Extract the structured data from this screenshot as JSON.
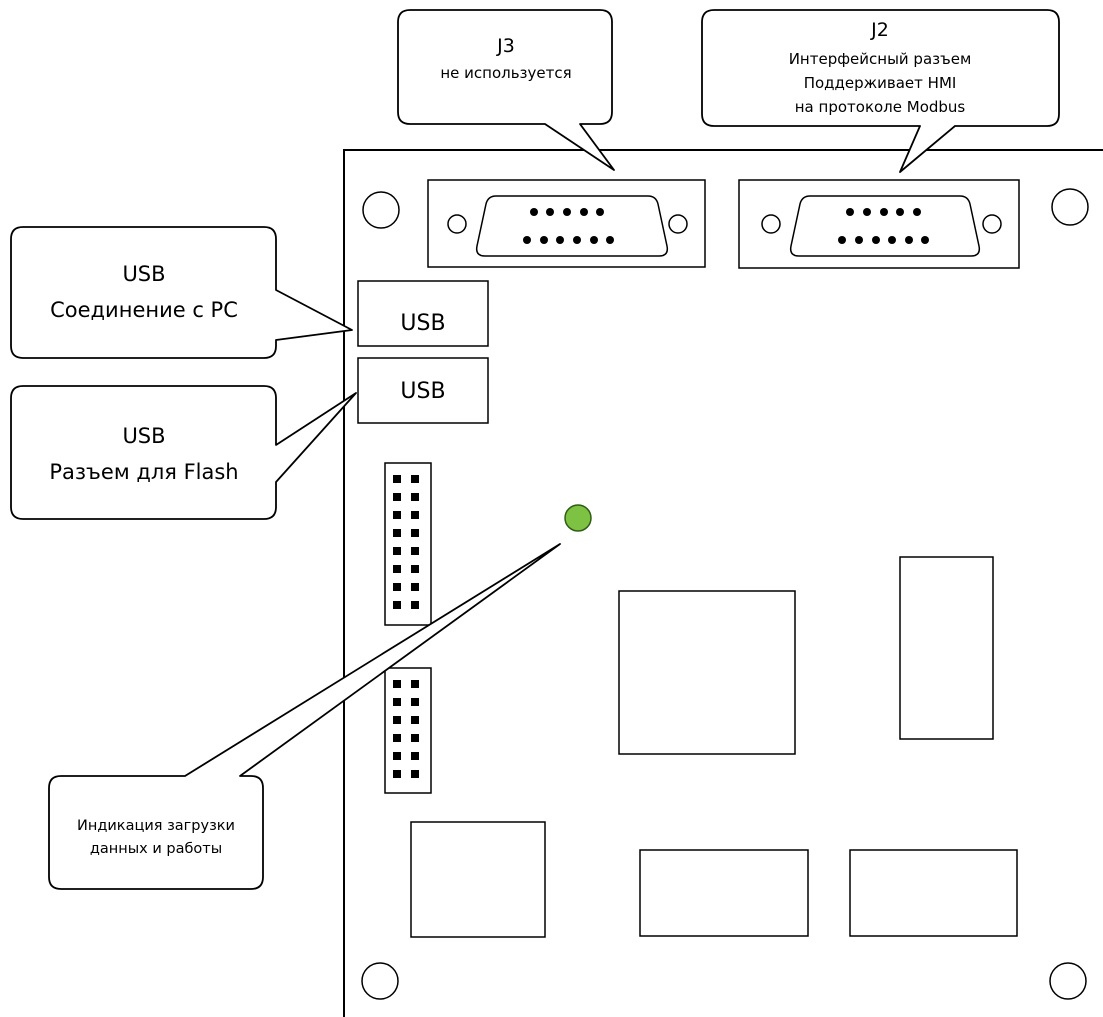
{
  "callouts": {
    "j3": {
      "title": "J3",
      "line1": "не используется"
    },
    "j2": {
      "title": "J2",
      "line1": "Интерфейсный разъем",
      "line2": "Поддерживает HMI",
      "line3": "на протоколе Modbus"
    },
    "usb_pc": {
      "title": "USB",
      "line1": "Соединение с PC"
    },
    "usb_flash": {
      "title": "USB",
      "line1": "Разъем для Flash"
    },
    "led": {
      "line1": "Индикация загрузки",
      "line2": "данных и работы"
    }
  },
  "ports": {
    "usb_top_label": "USB",
    "usb_bottom_label": "USB"
  },
  "colors": {
    "led": "#7dc242",
    "line": "#000000",
    "background": "#ffffff"
  },
  "icons": {
    "led": "status-led-icon",
    "db9": "db9-connector-icon",
    "mounting_hole": "mounting-hole-icon",
    "pin_header": "pin-header-icon"
  }
}
